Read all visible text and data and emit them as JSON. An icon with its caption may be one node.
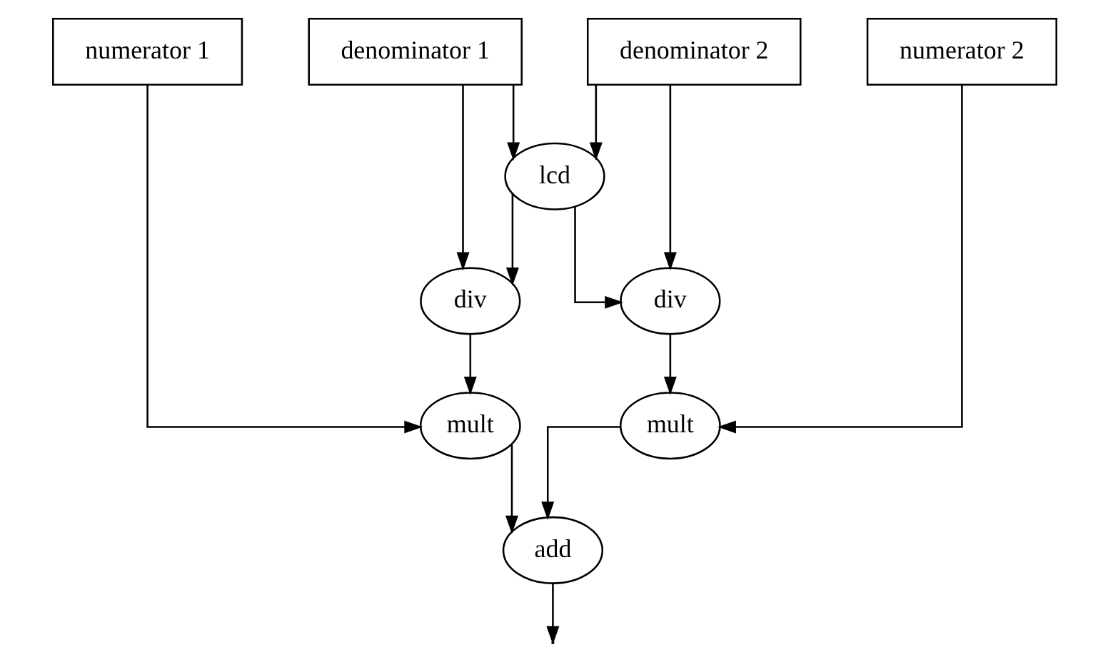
{
  "diagram": {
    "nodes": [
      {
        "text": [
          "numerator 1"
        ]
      },
      {
        "text": [
          "denominator 1"
        ]
      },
      {
        "text": [
          "denominator 2"
        ]
      },
      {
        "text": [
          "numerator 2"
        ]
      },
      {
        "text": [
          "lcd"
        ]
      },
      {
        "text": [
          "div"
        ]
      },
      {
        "text": [
          "div"
        ]
      },
      {
        "text": [
          "mult"
        ]
      },
      {
        "text": [
          "mult"
        ]
      },
      {
        "text": [
          "add"
        ]
      }
    ],
    "edges": [
      {
        "from": 0,
        "to": 7,
        "arrow": "to"
      },
      {
        "from": 1,
        "to": 4,
        "arrow": "to"
      },
      {
        "from": 1,
        "to": 5,
        "arrow": "to"
      },
      {
        "from": 2,
        "to": 4,
        "arrow": "to"
      },
      {
        "from": 2,
        "to": 6,
        "arrow": "to"
      },
      {
        "from": 4,
        "to": 5,
        "arrow": "to"
      },
      {
        "from": 4,
        "to": 6,
        "arrow": "to"
      },
      {
        "from": 3,
        "to": 8,
        "arrow": "to"
      },
      {
        "from": 5,
        "to": 7,
        "arrow": "to"
      },
      {
        "from": 6,
        "to": 8,
        "arrow": "to"
      },
      {
        "from": 7,
        "to": 9,
        "arrow": "to"
      },
      {
        "from": 8,
        "to": 9,
        "arrow": "to"
      },
      {
        "from": 9,
        "to": null,
        "arrow": "to"
      }
    ]
  }
}
